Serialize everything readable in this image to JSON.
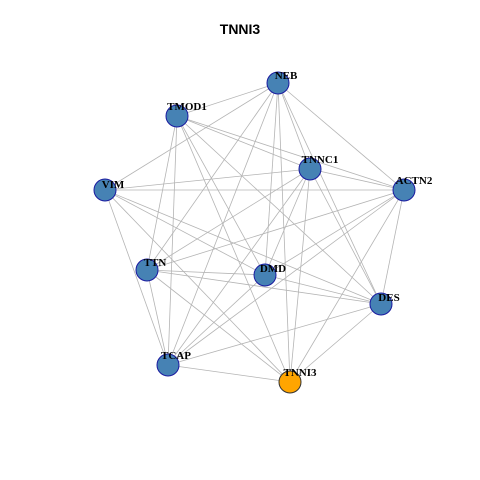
{
  "title": "TNNI3",
  "colors": {
    "node_fill": "#4682B4",
    "node_stroke": "#1a1aa0",
    "query_fill": "#FFA500",
    "query_stroke": "#333333",
    "edge": "#b4b4b4"
  },
  "nodes": [
    {
      "id": "NEB",
      "label": "NEB"
    },
    {
      "id": "TMOD1",
      "label": "TMOD1"
    },
    {
      "id": "TNNC1",
      "label": "TNNC1"
    },
    {
      "id": "ACTN2",
      "label": "ACTN2"
    },
    {
      "id": "VIM",
      "label": "VIM"
    },
    {
      "id": "TTN",
      "label": "TTN"
    },
    {
      "id": "DMD",
      "label": "DMD"
    },
    {
      "id": "DES",
      "label": "DES"
    },
    {
      "id": "TCAP",
      "label": "TCAP"
    },
    {
      "id": "TNNI3",
      "label": "TNNI3",
      "query": true
    }
  ],
  "edges": [
    [
      "NEB",
      "TMOD1"
    ],
    [
      "NEB",
      "VIM"
    ],
    [
      "NEB",
      "TNNC1"
    ],
    [
      "NEB",
      "ACTN2"
    ],
    [
      "NEB",
      "TTN"
    ],
    [
      "NEB",
      "DMD"
    ],
    [
      "NEB",
      "DES"
    ],
    [
      "NEB",
      "TCAP"
    ],
    [
      "NEB",
      "TNNI3"
    ],
    [
      "TMOD1",
      "TNNC1"
    ],
    [
      "TMOD1",
      "ACTN2"
    ],
    [
      "TMOD1",
      "TTN"
    ],
    [
      "TMOD1",
      "DMD"
    ],
    [
      "TMOD1",
      "DES"
    ],
    [
      "TMOD1",
      "TCAP"
    ],
    [
      "TMOD1",
      "TNNI3"
    ],
    [
      "VIM",
      "TNNC1"
    ],
    [
      "VIM",
      "ACTN2"
    ],
    [
      "VIM",
      "DMD"
    ],
    [
      "VIM",
      "DES"
    ],
    [
      "VIM",
      "TCAP"
    ],
    [
      "VIM",
      "TNNI3"
    ],
    [
      "TNNC1",
      "ACTN2"
    ],
    [
      "TNNC1",
      "TTN"
    ],
    [
      "TNNC1",
      "DMD"
    ],
    [
      "TNNC1",
      "DES"
    ],
    [
      "TNNC1",
      "TCAP"
    ],
    [
      "TNNC1",
      "TNNI3"
    ],
    [
      "ACTN2",
      "TTN"
    ],
    [
      "ACTN2",
      "DMD"
    ],
    [
      "ACTN2",
      "DES"
    ],
    [
      "ACTN2",
      "TCAP"
    ],
    [
      "ACTN2",
      "TNNI3"
    ],
    [
      "TTN",
      "DMD"
    ],
    [
      "TTN",
      "DES"
    ],
    [
      "TTN",
      "TCAP"
    ],
    [
      "TTN",
      "TNNI3"
    ],
    [
      "DMD",
      "DES"
    ],
    [
      "DMD",
      "TCAP"
    ],
    [
      "DES",
      "TCAP"
    ],
    [
      "DES",
      "TNNI3"
    ],
    [
      "TCAP",
      "TNNI3"
    ]
  ]
}
